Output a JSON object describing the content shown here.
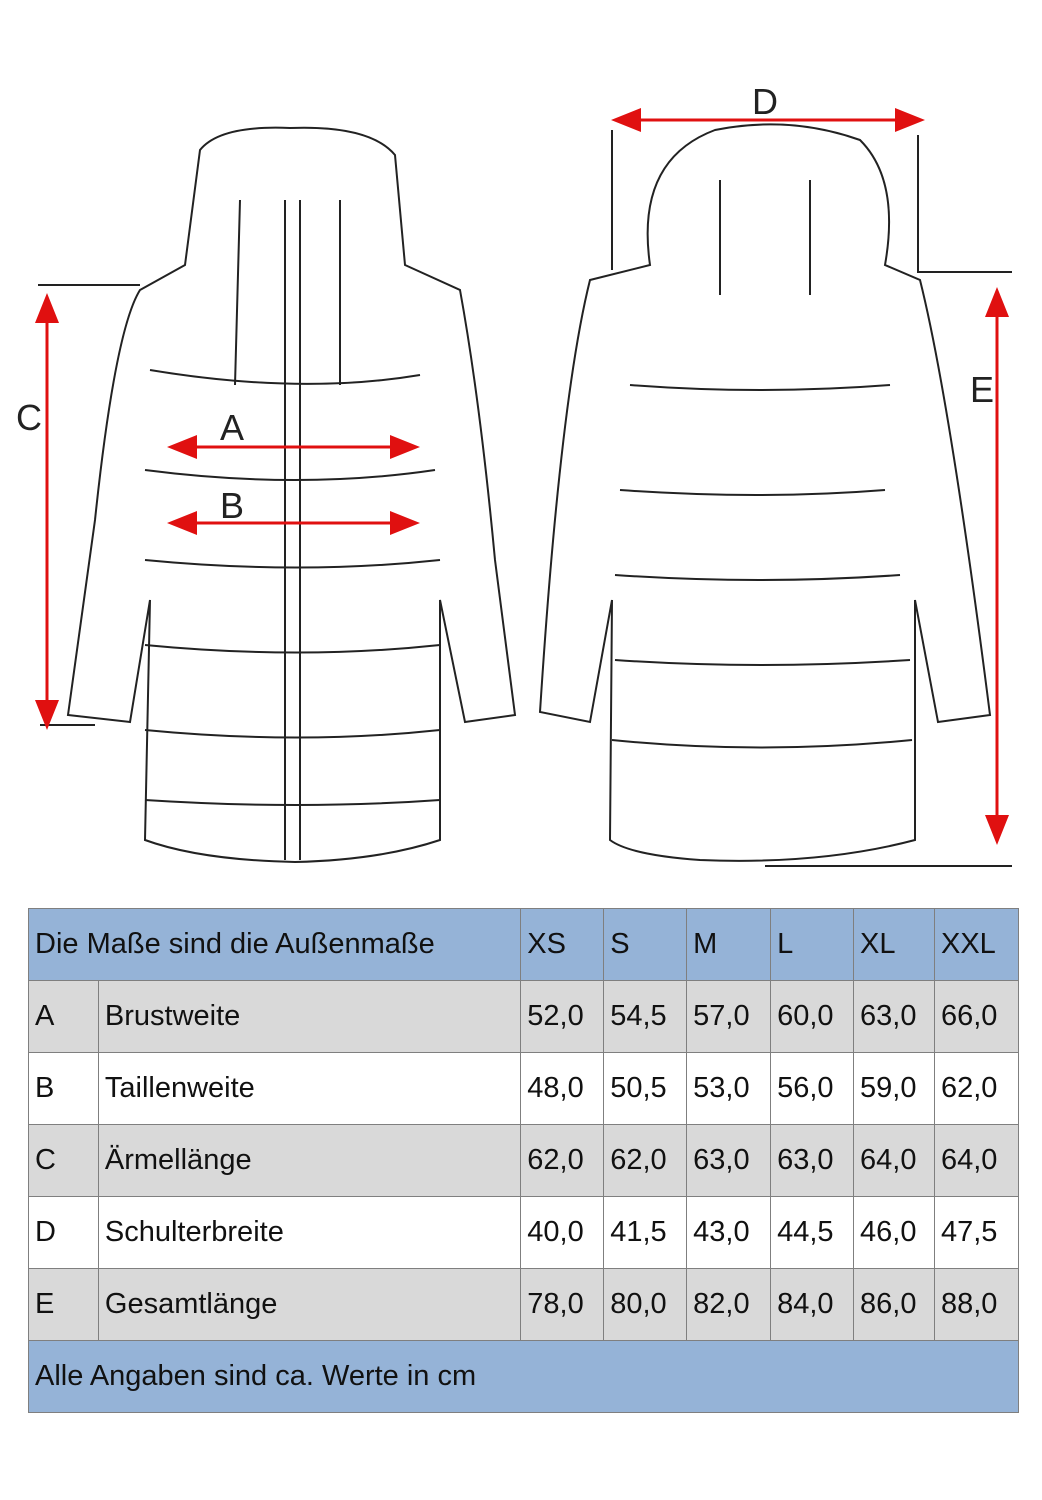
{
  "diagram": {
    "labels": [
      "A",
      "B",
      "C",
      "D",
      "E"
    ],
    "arrow_color": "#e01010"
  },
  "table": {
    "header": "Die Maße sind die Außenmaße",
    "sizes": [
      "XS",
      "S",
      "M",
      "L",
      "XL",
      "XXL"
    ],
    "rows": [
      {
        "key": "A",
        "name": "Brustweite",
        "values": [
          "52,0",
          "54,5",
          "57,0",
          "60,0",
          "63,0",
          "66,0"
        ]
      },
      {
        "key": "B",
        "name": "Taillenweite",
        "values": [
          "48,0",
          "50,5",
          "53,0",
          "56,0",
          "59,0",
          "62,0"
        ]
      },
      {
        "key": "C",
        "name": "Ärmellänge",
        "values": [
          "62,0",
          "62,0",
          "63,0",
          "63,0",
          "64,0",
          "64,0"
        ]
      },
      {
        "key": "D",
        "name": "Schulterbreite",
        "values": [
          "40,0",
          "41,5",
          "43,0",
          "44,5",
          "46,0",
          "47,5"
        ]
      },
      {
        "key": "E",
        "name": "Gesamtlänge",
        "values": [
          "78,0",
          "80,0",
          "82,0",
          "84,0",
          "86,0",
          "88,0"
        ]
      }
    ],
    "footer": "Alle Angaben sind ca. Werte in cm",
    "header_color": "#95b3d7",
    "stripe_color": "#d9d9d9"
  }
}
